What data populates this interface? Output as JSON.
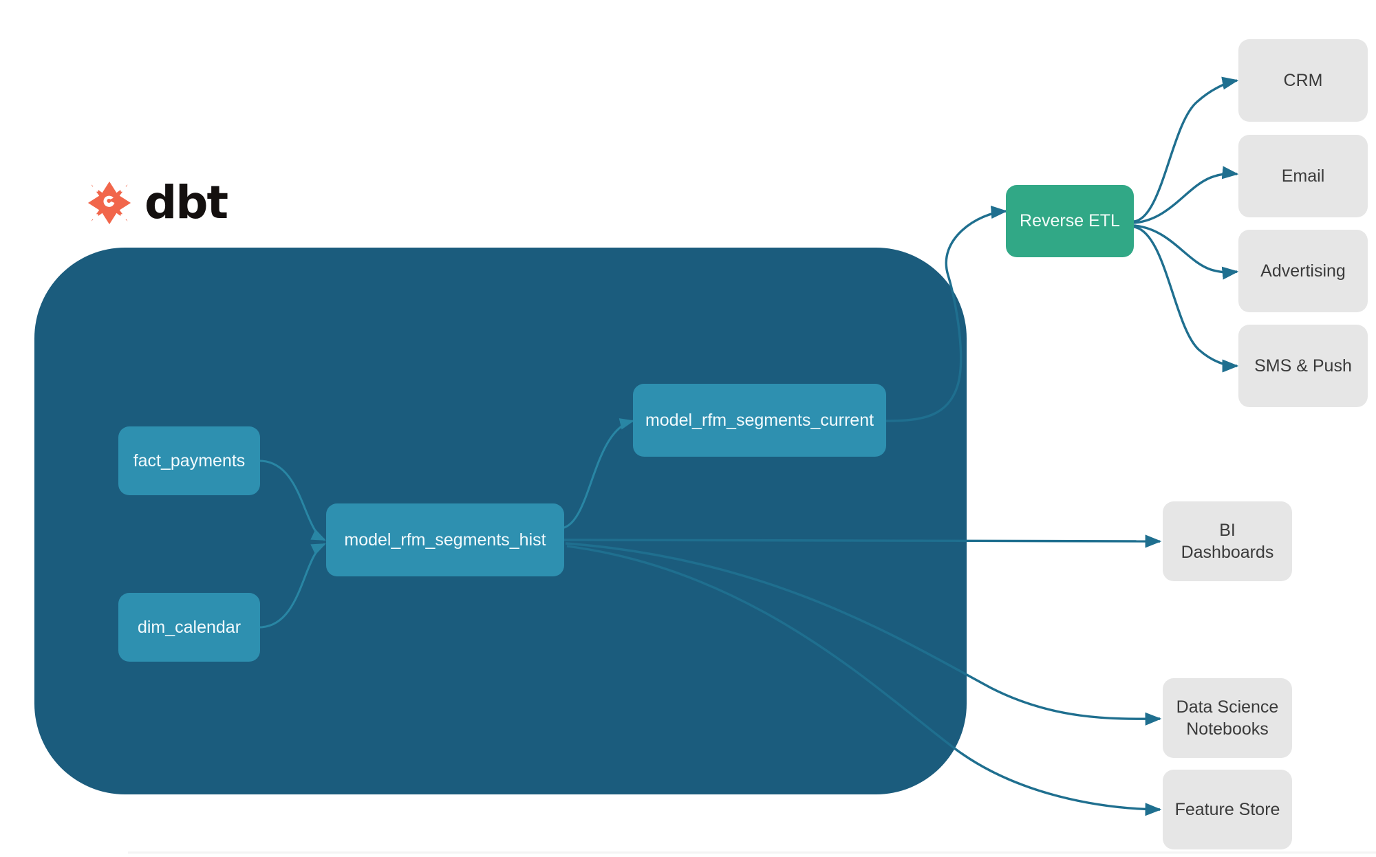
{
  "brand": {
    "name": "dbt",
    "logo_icon": "dbt-logo-icon",
    "logo_color": "#f1664b",
    "wordmark_color": "#14100f"
  },
  "colors": {
    "project_container": "#1b5c7d",
    "model_node": "#2e90b0",
    "reverse_etl_node": "#31a886",
    "consumer_node": "#e6e6e6",
    "edge_outer": "#1f6f8f",
    "edge_inner": "#2b8aa8",
    "page_background": "#ffffff"
  },
  "chart_data": {
    "type": "diagram",
    "title": "dbt RFM segments lineage and downstream consumers",
    "nodes": [
      {
        "id": "fact_payments",
        "label": "fact_payments",
        "group": "dbt-project",
        "kind": "source-model"
      },
      {
        "id": "dim_calendar",
        "label": "dim_calendar",
        "group": "dbt-project",
        "kind": "source-model"
      },
      {
        "id": "model_rfm_segments_hist",
        "label": "model_rfm_segments_hist",
        "group": "dbt-project",
        "kind": "model"
      },
      {
        "id": "model_rfm_segments_current",
        "label": "model_rfm_segments_current",
        "group": "dbt-project",
        "kind": "model"
      },
      {
        "id": "reverse_etl",
        "label": "Reverse ETL",
        "group": "activation",
        "kind": "service"
      },
      {
        "id": "crm",
        "label": "CRM",
        "group": "destination",
        "kind": "consumer"
      },
      {
        "id": "email",
        "label": "Email",
        "group": "destination",
        "kind": "consumer"
      },
      {
        "id": "advertising",
        "label": "Advertising",
        "group": "destination",
        "kind": "consumer"
      },
      {
        "id": "sms_push",
        "label": "SMS & Push",
        "group": "destination",
        "kind": "consumer"
      },
      {
        "id": "bi_dashboards",
        "label": "BI Dashboards",
        "group": "destination",
        "kind": "consumer"
      },
      {
        "id": "data_science_notebooks",
        "label": "Data Science\nNotebooks",
        "label_line1": "Data Science",
        "label_line2": "Notebooks",
        "group": "destination",
        "kind": "consumer"
      },
      {
        "id": "feature_store",
        "label": "Feature Store",
        "group": "destination",
        "kind": "consumer"
      }
    ],
    "edges": [
      {
        "from": "fact_payments",
        "to": "model_rfm_segments_hist"
      },
      {
        "from": "dim_calendar",
        "to": "model_rfm_segments_hist"
      },
      {
        "from": "model_rfm_segments_hist",
        "to": "model_rfm_segments_current"
      },
      {
        "from": "model_rfm_segments_current",
        "to": "reverse_etl"
      },
      {
        "from": "reverse_etl",
        "to": "crm"
      },
      {
        "from": "reverse_etl",
        "to": "email"
      },
      {
        "from": "reverse_etl",
        "to": "advertising"
      },
      {
        "from": "reverse_etl",
        "to": "sms_push"
      },
      {
        "from": "model_rfm_segments_hist",
        "to": "bi_dashboards"
      },
      {
        "from": "model_rfm_segments_hist",
        "to": "data_science_notebooks"
      },
      {
        "from": "model_rfm_segments_hist",
        "to": "feature_store"
      }
    ],
    "groups": [
      {
        "id": "dbt-project",
        "label": "dbt",
        "style": "rounded-container",
        "color": "#1b5c7d"
      }
    ]
  },
  "project": {
    "models": {
      "fact_payments": "fact_payments",
      "dim_calendar": "dim_calendar",
      "rfm_hist": "model_rfm_segments_hist",
      "rfm_current": "model_rfm_segments_current"
    }
  },
  "activation": {
    "reverse_etl": "Reverse ETL"
  },
  "destinations": {
    "crm": "CRM",
    "email": "Email",
    "advertising": "Advertising",
    "sms_push": "SMS & Push",
    "bi_dashboards": "BI Dashboards",
    "data_science_line1": "Data Science",
    "data_science_line2": "Notebooks",
    "feature_store": "Feature Store"
  }
}
